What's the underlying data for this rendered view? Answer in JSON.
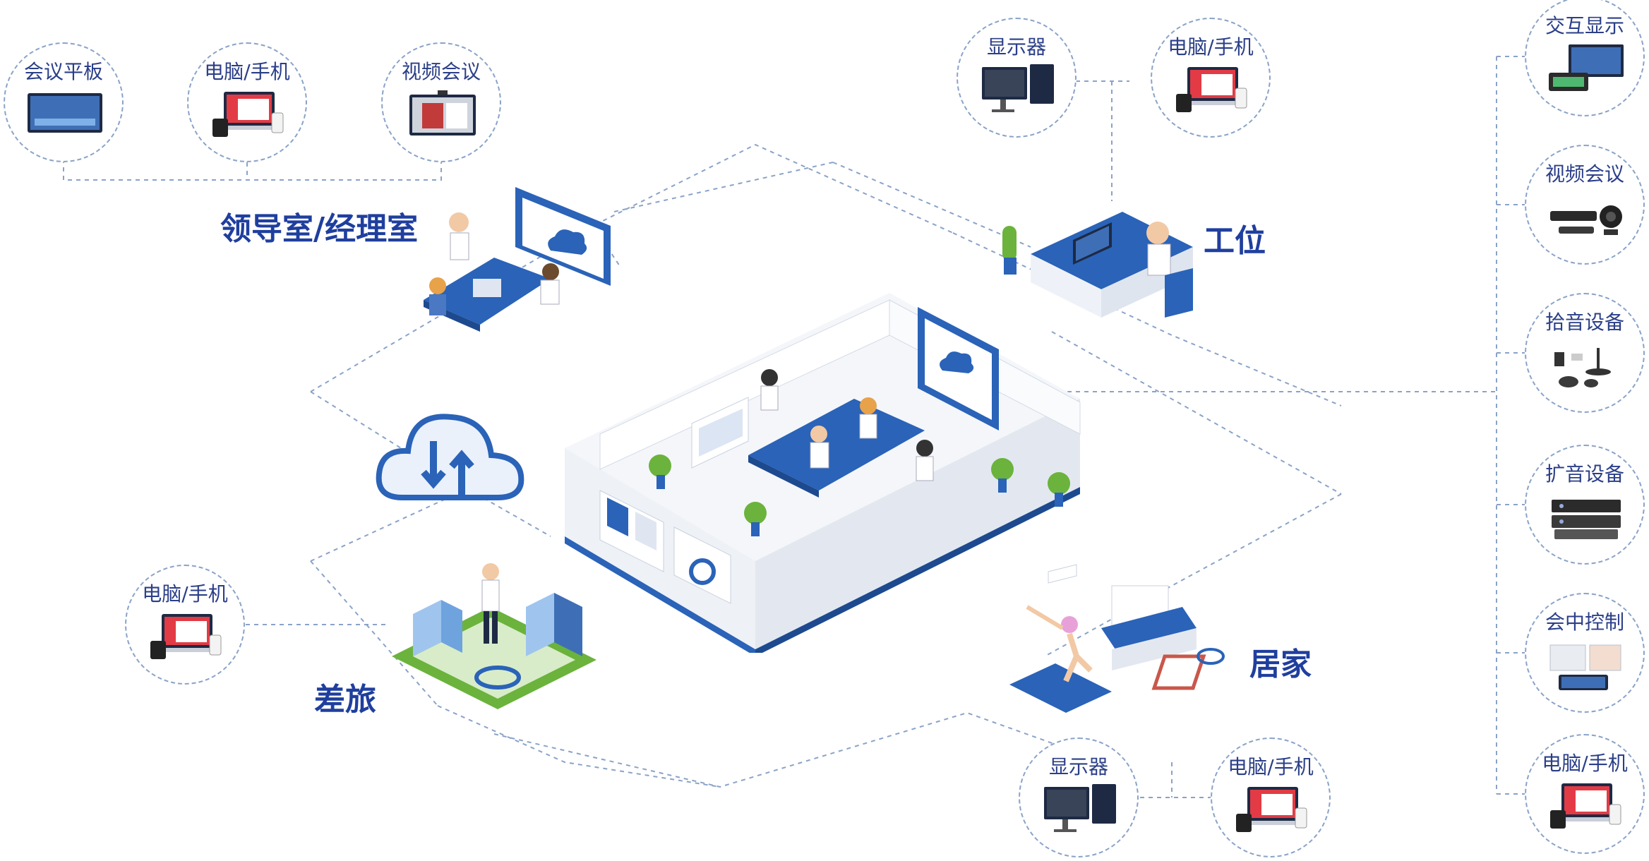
{
  "colors": {
    "brand": "#2a63b8",
    "dash": "#8aa3c8",
    "label": "#1f3f9e",
    "green": "#6bb33c"
  },
  "scenes": {
    "leader": "领导室/经理室",
    "workstation": "工位",
    "travel": "差旅",
    "home": "居家"
  },
  "devices": {
    "meeting_tablet": "会议平板",
    "leader_pc": "电脑/手机",
    "leader_video": "视频会议",
    "ws_display": "显示器",
    "ws_pc": "电脑/手机",
    "travel_pc": "电脑/手机",
    "home_display": "显示器",
    "home_pc": "电脑/手机",
    "r_interactive": "交互显示",
    "r_video": "视频会议",
    "r_pickup": "拾音设备",
    "r_speaker": "扩音设备",
    "r_control": "会中控制",
    "r_pc": "电脑/手机"
  },
  "icons": [
    "cloud-sync-icon",
    "meeting-room-illustration",
    "leader-office-illustration",
    "workstation-illustration",
    "travel-illustration",
    "home-illustration"
  ]
}
